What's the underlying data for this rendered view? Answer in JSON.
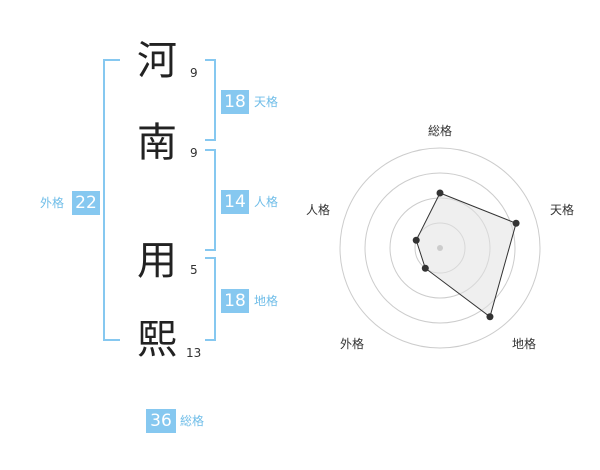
{
  "characters": [
    {
      "char": "河",
      "strokes": "9"
    },
    {
      "char": "南",
      "strokes": "9"
    },
    {
      "char": "用",
      "strokes": "5"
    },
    {
      "char": "熙",
      "strokes": "13"
    }
  ],
  "fortunes": {
    "tenkaku": {
      "value": "18",
      "label": "天格"
    },
    "jinkaku": {
      "value": "14",
      "label": "人格"
    },
    "chikaku": {
      "value": "18",
      "label": "地格"
    },
    "gaikaku": {
      "value": "22",
      "label": "外格"
    },
    "soukaku": {
      "value": "36",
      "label": "総格"
    }
  },
  "colors": {
    "accent": "#86c8f0",
    "bracket": "#86c8f0",
    "label": "#6fbde8",
    "radar_fill": "#f0f0f0",
    "radar_line": "#333333"
  },
  "chart_data": {
    "type": "radar",
    "axes": [
      "総格",
      "天格",
      "地格",
      "外格",
      "人格"
    ],
    "values": [
      0.55,
      0.8,
      0.85,
      0.25,
      0.25
    ],
    "rings": 4
  }
}
